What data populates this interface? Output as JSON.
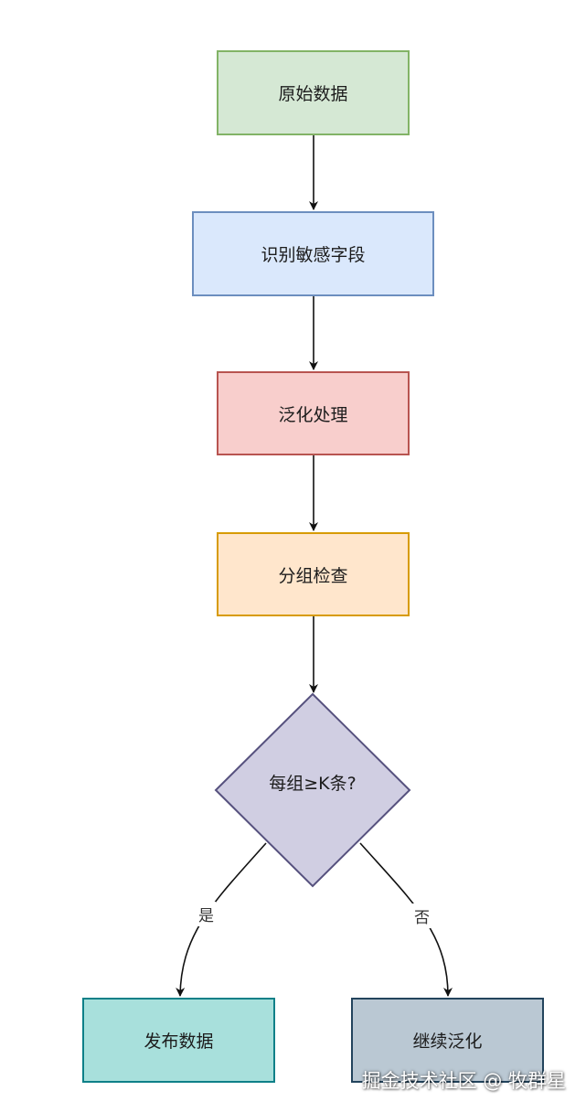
{
  "nodes": {
    "raw_data": {
      "label": "原始数据",
      "fill": "#d5e8d4",
      "stroke": "#82b366"
    },
    "identify_sensitive": {
      "label": "识别敏感字段",
      "fill": "#dae8fc",
      "stroke": "#6c8ebf"
    },
    "generalize": {
      "label": "泛化处理",
      "fill": "#f8cecc",
      "stroke": "#b85450"
    },
    "group_check": {
      "label": "分组检查",
      "fill": "#ffe6cc",
      "stroke": "#d79b00"
    },
    "decision": {
      "label": "每组≥K条?",
      "fill": "#d0cee2",
      "stroke": "#56517e"
    },
    "publish": {
      "label": "发布数据",
      "fill": "#a8e0dc",
      "stroke": "#0e8088"
    },
    "continue_generalize": {
      "label": "继续泛化",
      "fill": "#bac8d3",
      "stroke": "#23445d"
    }
  },
  "edges": {
    "yes_label": "是",
    "no_label": "否"
  },
  "watermark": "掘金技术社区 @ 牧群星"
}
